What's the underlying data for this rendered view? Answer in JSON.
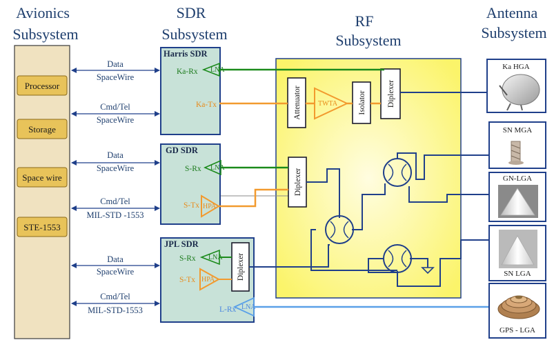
{
  "headers": {
    "avionics": [
      "Avionics",
      "Subsystem"
    ],
    "sdr": [
      "SDR",
      "Subsystem"
    ],
    "rf": [
      "RF",
      "Subsystem"
    ],
    "antenna": [
      "Antenna",
      "Subsystem"
    ]
  },
  "avionics": {
    "items": [
      "Processor",
      "Storage",
      "Space wire",
      "STE-1553"
    ]
  },
  "buses": {
    "harris_data": [
      "Data",
      "SpaceWire"
    ],
    "harris_cmd": [
      "Cmd/Tel",
      "SpaceWire"
    ],
    "gd_data": [
      "Data",
      "SpaceWire"
    ],
    "gd_cmd": [
      "Cmd/Tel",
      "MIL-STD -1553"
    ],
    "jpl_data": [
      "Data",
      "SpaceWire"
    ],
    "jpl_cmd": [
      "Cmd/Tel",
      "MIL-STD-1553"
    ]
  },
  "sdrs": {
    "harris": {
      "title": "Harris SDR",
      "rx": "Ka-Rx",
      "tx": "Ka-Tx",
      "lna": "LNA"
    },
    "gd": {
      "title": "GD SDR",
      "rx": "S-Rx",
      "tx": "S-Tx",
      "lna": "LNA",
      "hpa": "HPA"
    },
    "jpl": {
      "title": "JPL SDR",
      "rx": "S-Rx",
      "tx": "S-Tx",
      "lrx": "L-Rx",
      "lna": "LNA",
      "hpa": "HPA",
      "diplexer": "Diplexer",
      "lna2": "LNA"
    }
  },
  "rf": {
    "attenuator": "Attenuator",
    "twta": "TWTA",
    "isolator": "Isolator",
    "diplexer_top": "Diplexer",
    "diplexer_mid": "Diplexer"
  },
  "antennas": [
    "Ka HGA",
    "SN MGA",
    "GN-LGA",
    "SN LGA",
    "GPS - LGA"
  ],
  "colors": {
    "title": "#1f3f6e",
    "navy": "#1f3f8a",
    "green": "#1a8a1a",
    "orange": "#f29a2e",
    "lightblue": "#5aa0e8",
    "avionics_bg": "#f0e2c0",
    "avionics_item": "#e8c35a",
    "sdr_bg": "#c8e2d8",
    "rf_bg": "#fdfaa8"
  }
}
